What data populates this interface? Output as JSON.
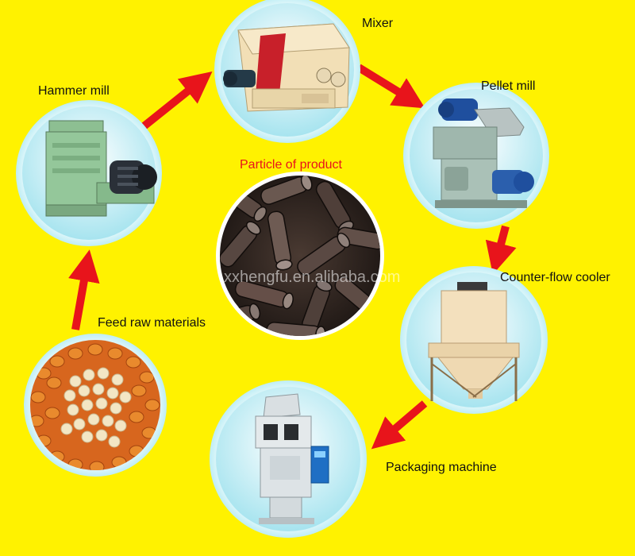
{
  "diagram": {
    "background_color": "#FFF200",
    "arrow_color": "#E8141B",
    "product_label_color": "#E8141B",
    "stages": [
      {
        "key": "feed",
        "label": "Feed raw materials",
        "icon": "corn-soybean-grains"
      },
      {
        "key": "hammer",
        "label": "Hammer mill",
        "icon": "hammer-mill-machine"
      },
      {
        "key": "mixer",
        "label": "Mixer",
        "icon": "mixer-machine"
      },
      {
        "key": "pellet",
        "label": "Pellet mill",
        "icon": "pellet-mill-machine"
      },
      {
        "key": "cooler",
        "label": "Counter-flow cooler",
        "icon": "counter-flow-cooler-machine"
      },
      {
        "key": "packaging",
        "label": "Packaging machine",
        "icon": "packaging-machine"
      }
    ],
    "product": {
      "label": "Particle of product",
      "icon": "wood-pellets"
    },
    "watermark": "xxhengfu.en.alibaba.com"
  }
}
